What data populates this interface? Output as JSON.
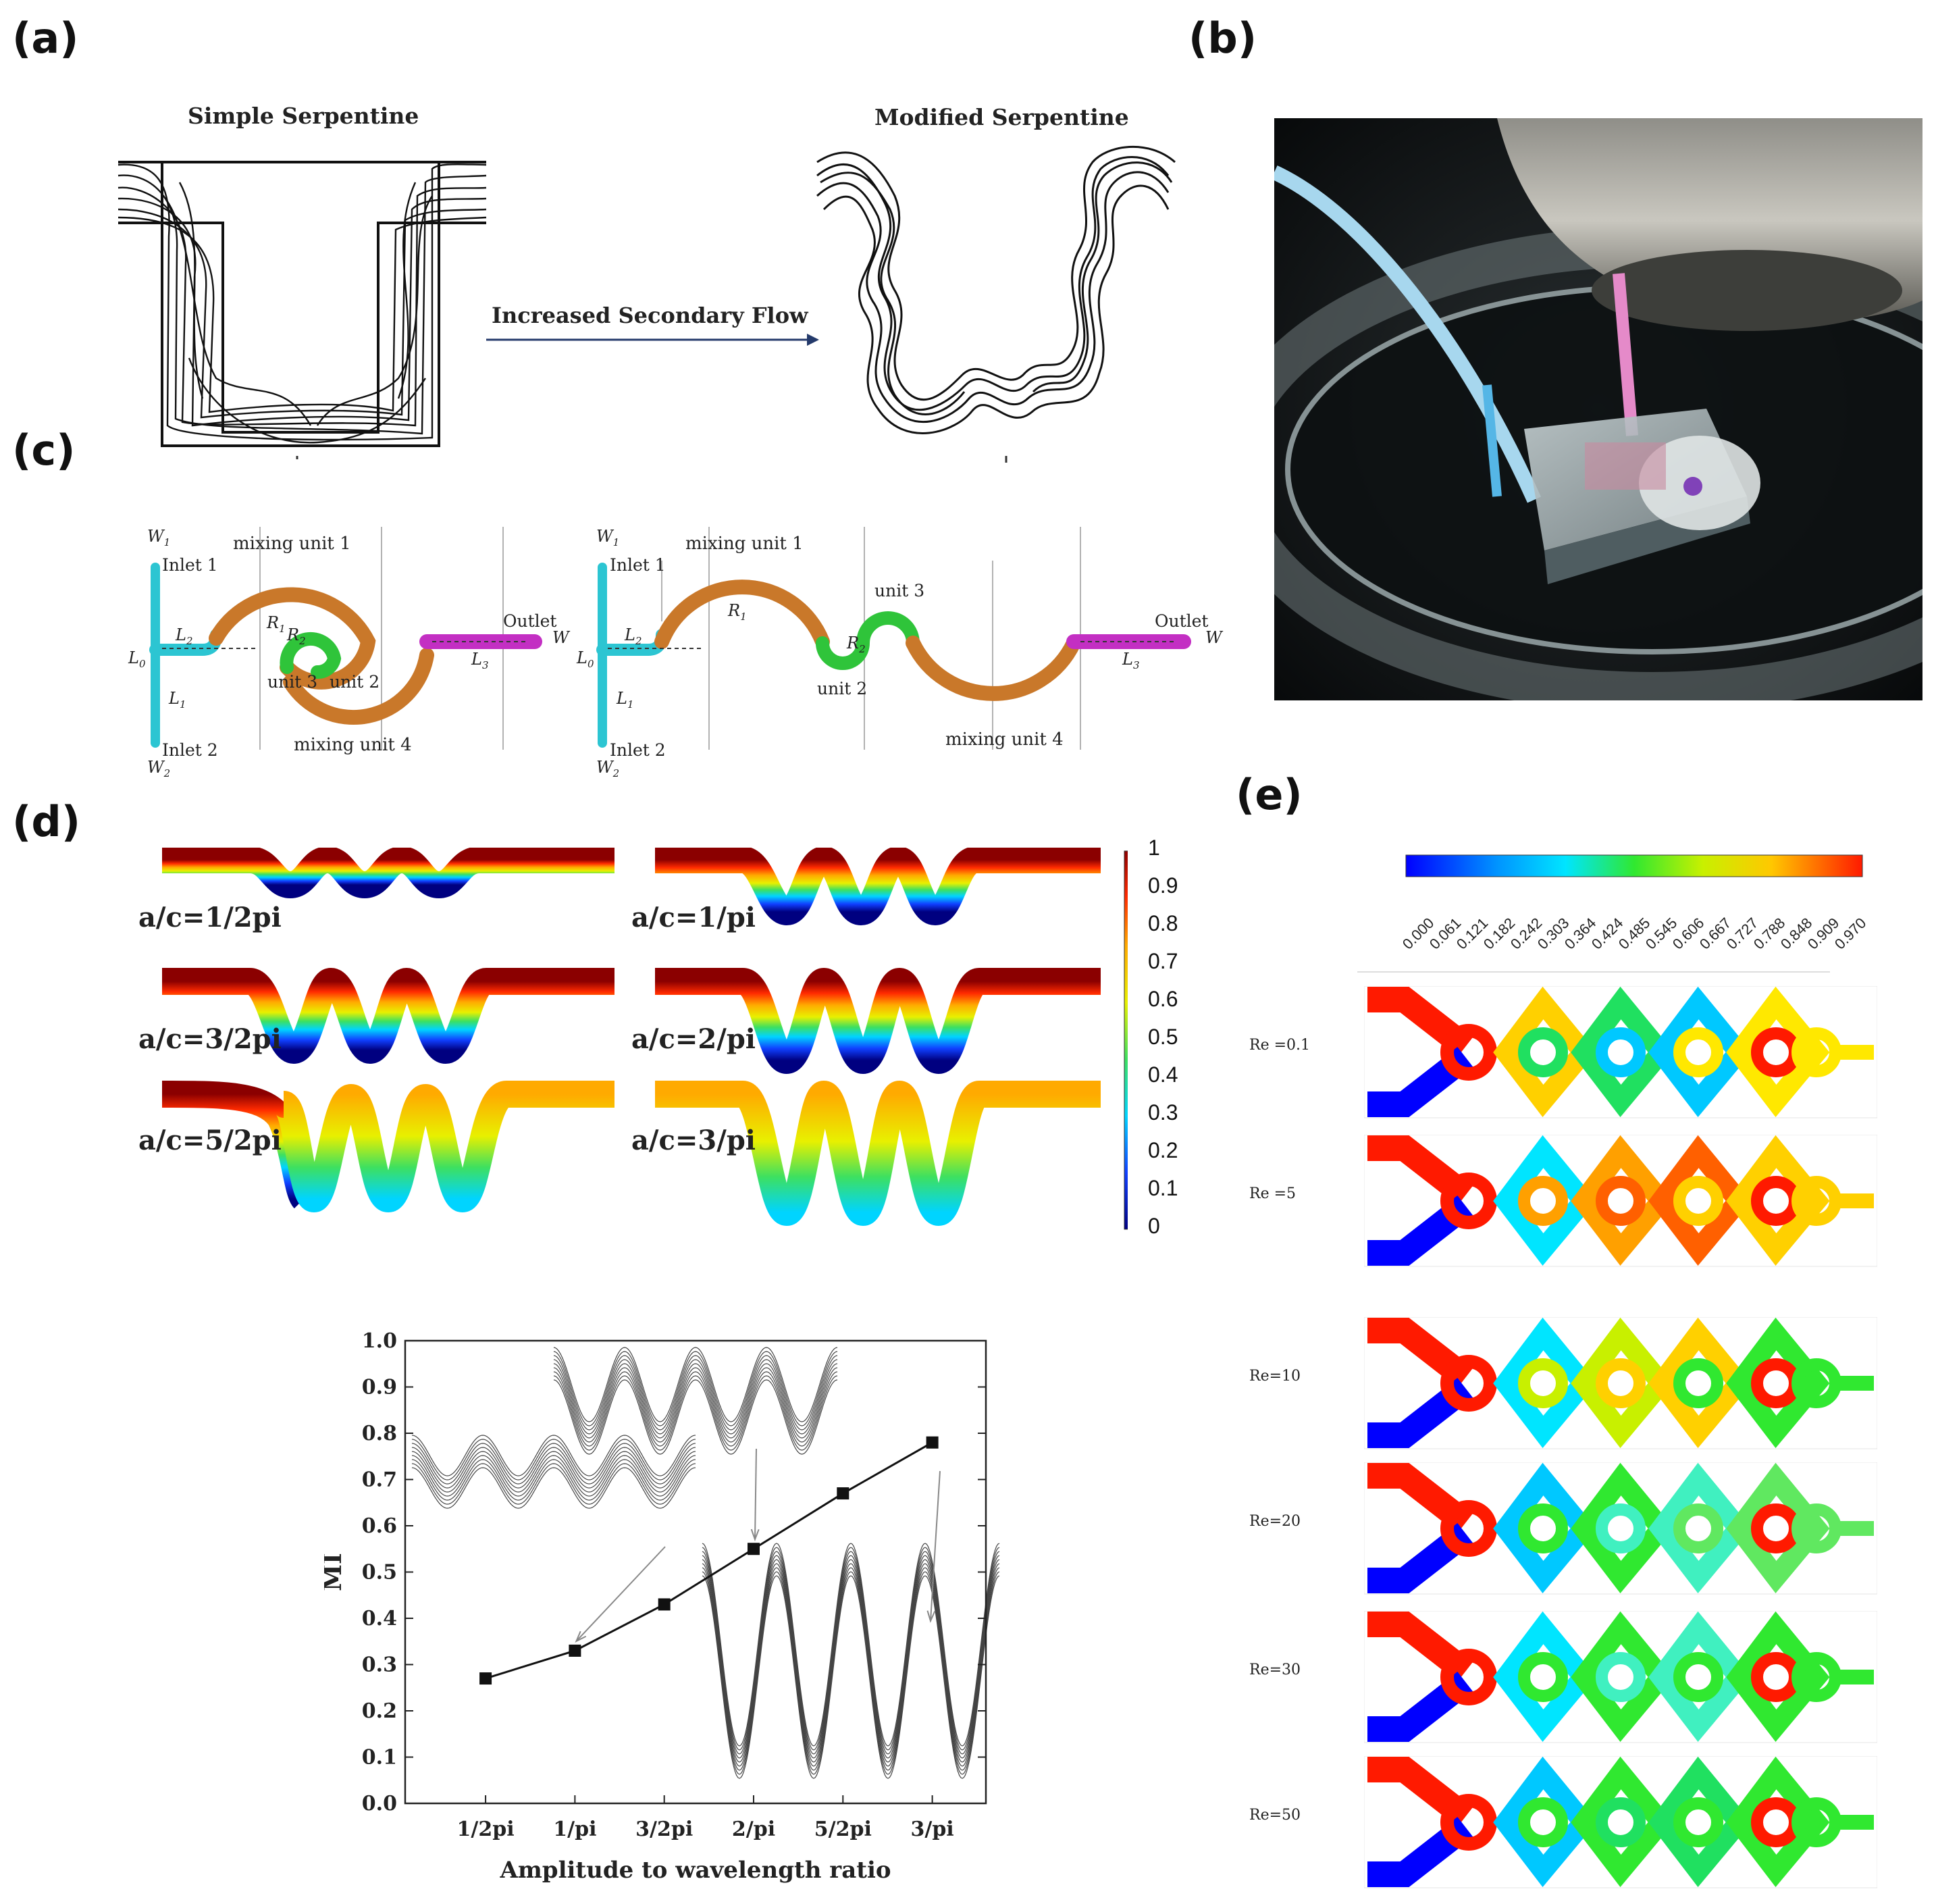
{
  "panels": {
    "a": {
      "label": "(a)",
      "left_title": "Simple Serpentine",
      "right_title": "Modified Serpentine",
      "arrow_text": "Increased Secondary Flow"
    },
    "b": {
      "label": "(b)"
    },
    "c": {
      "label": "(c)",
      "left": {
        "w1": "W",
        "w1_sub": "1",
        "inlet1": "Inlet 1",
        "mixing1": "mixing unit 1",
        "r1": "R",
        "r1_sub": "1",
        "r2": "R",
        "r2_sub": "2",
        "l2": "L",
        "l2_sub": "2",
        "l0": "L",
        "l0_sub": "0",
        "l1": "L",
        "l1_sub": "1",
        "unit3": "unit 3",
        "unit2": "unit 2",
        "mixing4": "mixing unit 4",
        "outlet": "Outlet",
        "w": "W",
        "l3": "L",
        "l3_sub": "3",
        "inlet2": "Inlet 2",
        "w2": "W",
        "w2_sub": "2"
      },
      "right": {
        "w1": "W",
        "w1_sub": "1",
        "inlet1": "Inlet 1",
        "mixing1": "mixing unit 1",
        "r1": "R",
        "r1_sub": "1",
        "r2": "R",
        "r2_sub": "2",
        "l2": "L",
        "l2_sub": "2",
        "l0": "L",
        "l0_sub": "0",
        "l1": "L",
        "l1_sub": "1",
        "unit3": "unit 3",
        "unit2": "unit 2",
        "mixing4": "mixing unit 4",
        "outlet": "Outlet",
        "w": "W",
        "l3": "L",
        "l3_sub": "3",
        "inlet2": "Inlet 2",
        "w2": "W",
        "w2_sub": "2"
      },
      "colors": {
        "inlet": "#2cc5d2",
        "mixing": "#c9782a",
        "unit": "#2fc43a",
        "outlet": "#c32fc3"
      }
    },
    "d": {
      "label": "(d)",
      "contours": [
        "a/c=1/2pi",
        "a/c=1/pi",
        "a/c=3/2pi",
        "a/c=2/pi",
        "a/c=5/2pi",
        "a/c=3/pi"
      ],
      "colorbar_ticks": [
        "1",
        "0.9",
        "0.8",
        "0.7",
        "0.6",
        "0.5",
        "0.4",
        "0.3",
        "0.2",
        "0.1",
        "0"
      ]
    },
    "e": {
      "label": "(e)",
      "colorbar_ticks": [
        "0.000",
        "0.061",
        "0.121",
        "0.182",
        "0.242",
        "0.303",
        "0.364",
        "0.424",
        "0.485",
        "0.545",
        "0.606",
        "0.667",
        "0.727",
        "0.788",
        "0.848",
        "0.909",
        "0.970"
      ],
      "rows": [
        "Re =0.1",
        "Re =5",
        "Re=10",
        "Re=20",
        "Re=30",
        "Re=50"
      ]
    }
  },
  "chart_data": {
    "type": "line",
    "title": "",
    "xlabel": "Amplitude to wavelength ratio",
    "ylabel": "MI",
    "categories": [
      "1/2pi",
      "1/pi",
      "3/2pi",
      "2/pi",
      "5/2pi",
      "3/pi"
    ],
    "values": [
      0.27,
      0.33,
      0.43,
      0.55,
      0.67,
      0.78
    ],
    "ylim": [
      0.0,
      1.0
    ],
    "yticks": [
      "0.0",
      "0.1",
      "0.2",
      "0.3",
      "0.4",
      "0.5",
      "0.6",
      "0.7",
      "0.8",
      "0.9",
      "1.0"
    ],
    "grid": false
  }
}
